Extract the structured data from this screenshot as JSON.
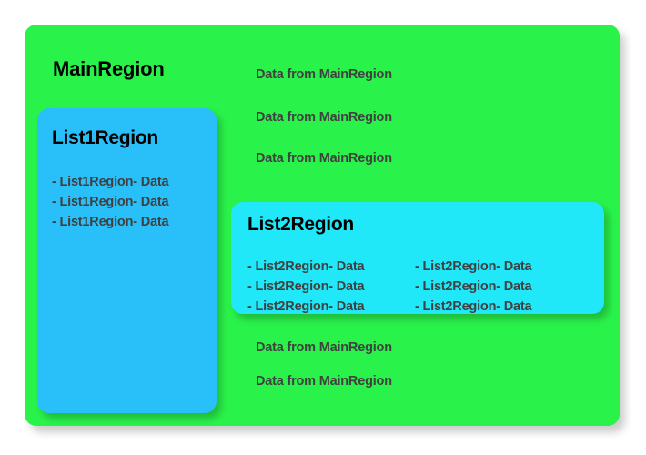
{
  "diagram": {
    "background_color": "#ffffff",
    "main_region": {
      "title": "MainRegion",
      "fill_color": "#29f24a",
      "data_lines": [
        "Data from MainRegion",
        "Data from MainRegion",
        "Data from MainRegion",
        "Data from MainRegion",
        "Data from MainRegion"
      ]
    },
    "list1_region": {
      "title": "List1Region",
      "fill_color": "#29c0fa",
      "items": [
        "- List1Region- Data",
        "- List1Region- Data",
        "- List1Region- Data"
      ]
    },
    "list2_region": {
      "title": "List2Region",
      "fill_color": "#20e8f8",
      "column_a": [
        "- List2Region- Data",
        "- List2Region- Data",
        "- List2Region- Data"
      ],
      "column_b": [
        "- List2Region- Data",
        "- List2Region- Data",
        "- List2Region- Data"
      ]
    }
  }
}
